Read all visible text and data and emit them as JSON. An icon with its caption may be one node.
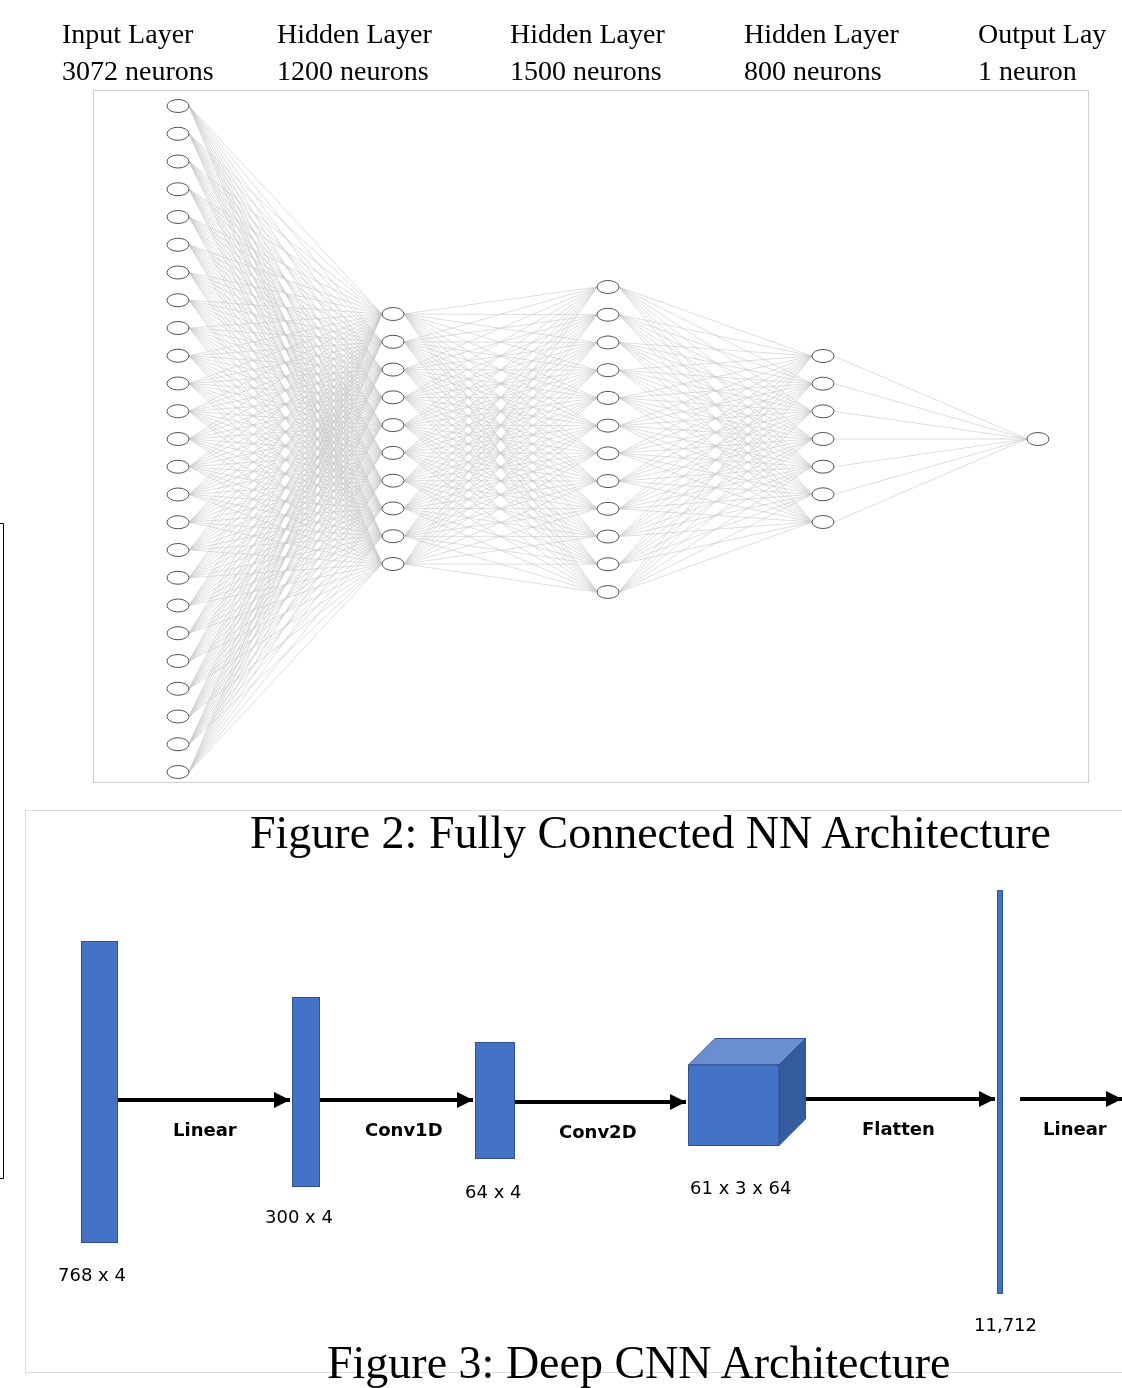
{
  "diagram": {
    "nodes": [
      {
        "text": [],
        "shape": "bar",
        "beside": [
          "768 x 4"
        ]
      },
      {
        "text": [],
        "shape": "bar",
        "beside": [
          "300 x 4"
        ]
      },
      {
        "text": [],
        "shape": "bar",
        "beside": [
          "64 x 4"
        ]
      },
      {
        "text": [],
        "shape": "box",
        "beside": [
          "61 x 3 x 64"
        ]
      },
      {
        "text": [],
        "shape": "bar",
        "beside": [
          "11,712"
        ]
      }
    ],
    "edges": [
      {
        "from": 0,
        "to": 1,
        "arrow": "to",
        "label": "Linear"
      },
      {
        "from": 1,
        "to": 2,
        "arrow": "to",
        "label": "Conv1D"
      },
      {
        "from": 2,
        "to": 3,
        "arrow": "to",
        "label": "Conv2D"
      },
      {
        "from": 3,
        "to": 4,
        "arrow": "to",
        "label": "Flatten"
      },
      {
        "from": 4,
        "to": null,
        "arrow": "to",
        "label": "Linear"
      }
    ],
    "labels": [
      "Input Layer",
      "Hidden Layer",
      "Hidden Layer",
      "Hidden Layer",
      "Output Lay",
      "3072 neurons",
      "1200 neurons",
      "1500 neurons",
      "800 neurons",
      "1 neuron",
      "Figure 2: Fully Connected NN Architecture",
      "Figure 3: Deep CNN Architecture"
    ]
  }
}
